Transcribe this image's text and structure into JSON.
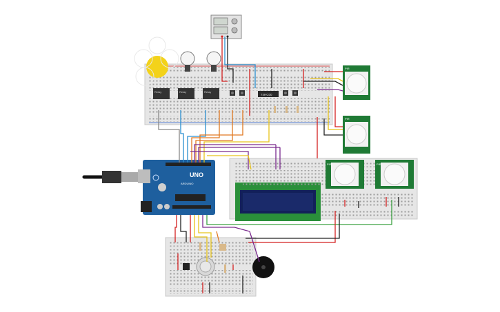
{
  "circuit": {
    "arduino": {
      "brand_text": "UNO",
      "logo_text": "ARDUINO"
    },
    "relays": [
      {
        "label": "Relay"
      },
      {
        "label": "Relay"
      },
      {
        "label": "Relay"
      }
    ],
    "ic": {
      "label": "74HC00"
    },
    "pir_sensors": [
      {
        "label": "PIR"
      },
      {
        "label": "PIR"
      },
      {
        "label": "PIR"
      },
      {
        "label": "PIR"
      }
    ]
  },
  "colors": {
    "breadboard": "#e6e6e6",
    "arduino_board": "#1e5f9e",
    "pir_board": "#1f7a35",
    "lcd_frame": "#2a8f3a",
    "lcd_screen": "#1a2a6a",
    "bulb_on": "#f3d21a",
    "wire_red": "#d42020",
    "wire_black": "#222222",
    "wire_yellow": "#e8c31a",
    "wire_purple": "#7a2a8e",
    "wire_orange": "#e07820",
    "wire_blue": "#2a8fd0",
    "wire_green": "#3aa040",
    "wire_gray": "#888888"
  },
  "icons": [
    "light-bulb-icon",
    "dc-power-supply-icon",
    "usb-cable-icon",
    "buzzer-icon",
    "potentiometer-icon"
  ]
}
